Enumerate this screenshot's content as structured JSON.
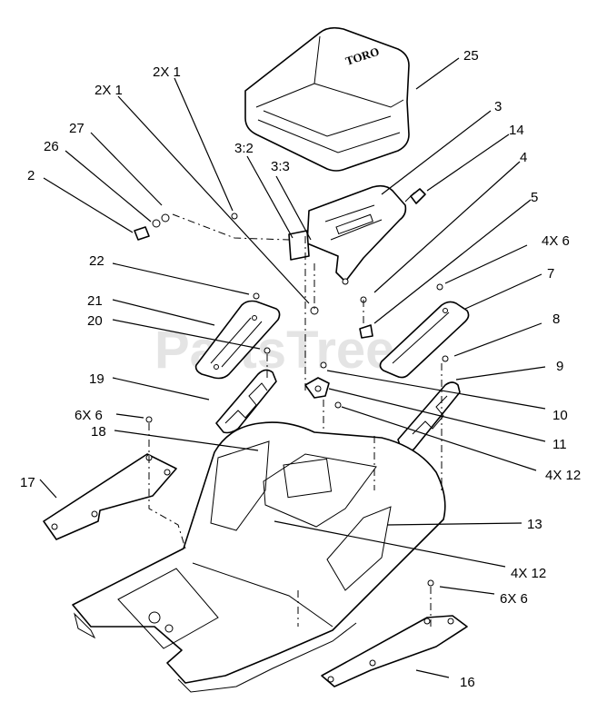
{
  "watermark": "PartsTree",
  "seat_logo": "TORO",
  "callouts": {
    "c25": "25",
    "c3": "3",
    "c14": "14",
    "c4": "4",
    "c5": "5",
    "c4x6": "4X 6",
    "c7": "7",
    "c8": "8",
    "c9": "9",
    "c10": "10",
    "c11": "11",
    "c4x12a": "4X 12",
    "c13": "13",
    "c4x12b": "4X 12",
    "c6x6b": "6X 6",
    "c16": "16",
    "c17": "17",
    "c18": "18",
    "c6x6a": "6X 6",
    "c19": "19",
    "c20": "20",
    "c21": "21",
    "c22": "22",
    "c2": "2",
    "c26": "26",
    "c27": "27",
    "c2x1a": "2X 1",
    "c2x1b": "2X 1",
    "c3_2": "3:2",
    "c3_3": "3:3"
  }
}
